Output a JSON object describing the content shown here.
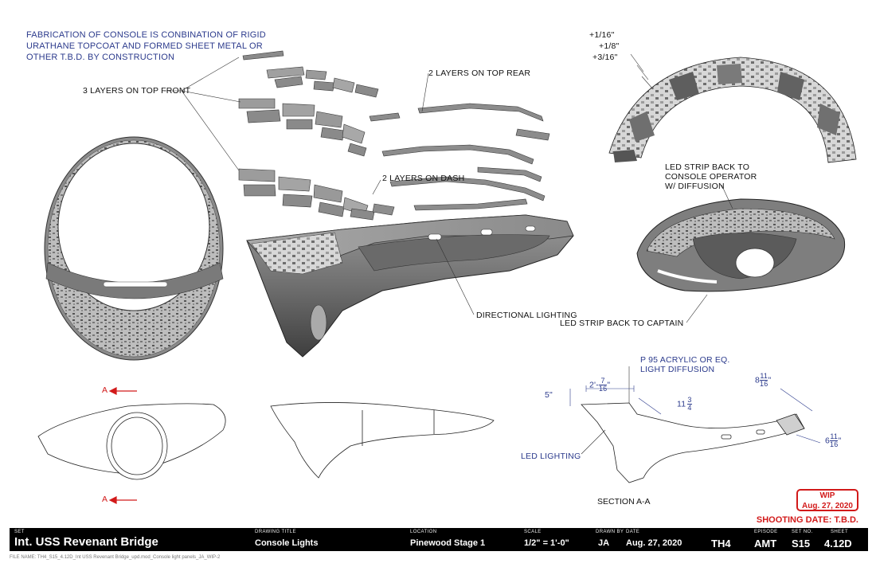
{
  "notes": {
    "fabrication_line1": "FABRICATION OF CONSOLE IS CONBINATION OF RIGID",
    "fabrication_line2": "URATHANE TOPCOAT AND FORMED SHEET METAL OR",
    "fabrication_line3": "OTHER T.B.D. BY CONSTRUCTION"
  },
  "callouts": {
    "top_front": "3 LAYERS ON TOP FRONT",
    "top_rear": "2 LAYERS ON TOP REAR",
    "dash": "2 LAYERS ON DASH",
    "directional": "DIRECTIONAL LIGHTING",
    "led_captain": "LED STRIP BACK TO CAPTAIN",
    "led_operator_1": "LED STRIP BACK TO",
    "led_operator_2": "CONSOLE OPERATOR",
    "led_operator_3": "W/ DIFFUSION",
    "acrylic_1": "P 95 ACRYLIC OR EQ.",
    "acrylic_2": "LIGHT DIFFUSION",
    "led_lighting": "LED LIGHTING",
    "section": "SECTION A-A"
  },
  "layer_offsets": [
    "+1/16\"",
    "+1/8\"",
    "+3/16\""
  ],
  "section_markers": {
    "top": "A",
    "bottom": "A"
  },
  "dimensions": {
    "height": "5\"",
    "width_feet": "2'-",
    "width_num": "7",
    "width_den": "16",
    "width_in": "\"",
    "depth_whole": "11",
    "depth_num": "3",
    "depth_den": "4",
    "end_height_whole": "8",
    "end_height_num": "11",
    "end_height_den": "16",
    "end_height_in": "\"",
    "end_width_whole": "6",
    "end_width_num": "11",
    "end_width_den": "16",
    "end_width_in": "\""
  },
  "wip": {
    "label": "WIP",
    "date": "Aug. 27, 2020"
  },
  "shooting_date": "SHOOTING DATE:  T.B.D.",
  "title_block": {
    "set_label": "SET",
    "set_value": "Int. USS Revenant Bridge",
    "drawing_title_label": "DRAWING TITLE",
    "drawing_title_value": "Console Lights",
    "location_label": "LOCATION",
    "location_value": "Pinewood Stage 1",
    "scale_label": "SCALE",
    "scale_value": "1/2\" = 1'-0\"",
    "drawn_by_label": "DRAWN BY",
    "drawn_by_value": "JA",
    "date_label": "DATE",
    "date_value": "Aug. 27, 2020",
    "th_value": "TH4",
    "episode_label": "EPISODE",
    "episode_value": "AMT",
    "set_no_label": "SET NO.",
    "set_no_value": "S15",
    "sheet_label": "SHEET",
    "sheet_value": "4.12D"
  },
  "file_name": "FILE NAME: TH4_S15_4.12D_Int USS Revenant Bridge_upd.mod_Console light panels_JA_WIP-2",
  "colors": {
    "note_blue": "#2b3a8c",
    "red": "#d21a1a",
    "title_bar": "#000000"
  }
}
